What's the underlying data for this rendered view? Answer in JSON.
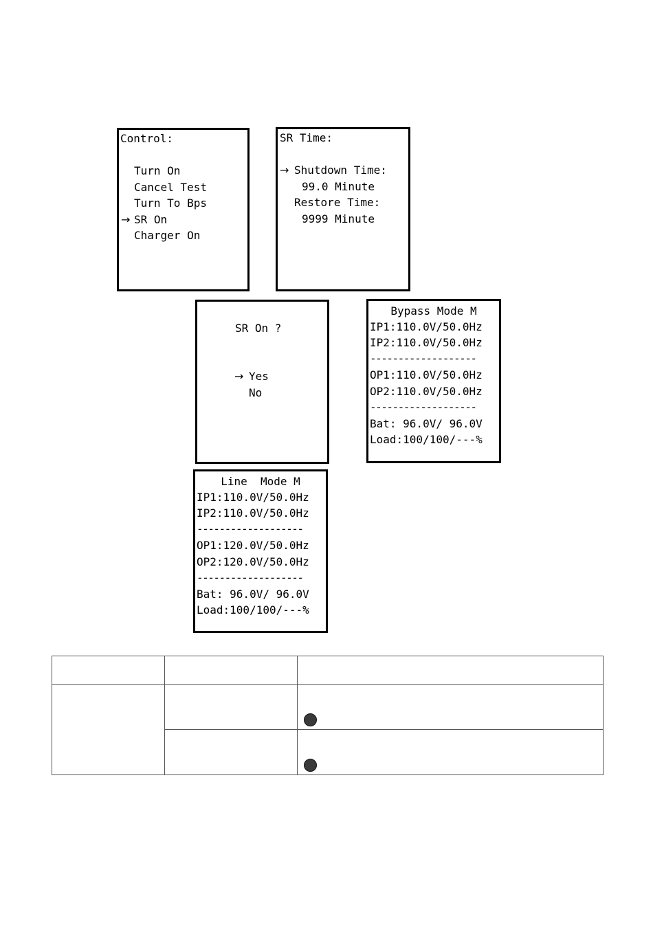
{
  "screens": {
    "control": {
      "title": "Control:",
      "items": [
        "Turn On",
        "Cancel Test",
        "Turn To Bps",
        "SR On",
        "Charger On"
      ],
      "cursor": "→"
    },
    "sr_time": {
      "title": "SR Time:",
      "cursor": "→",
      "shutdown_label": "Shutdown Time:",
      "shutdown_value": "99.0 Minute",
      "restore_label": "Restore Time:",
      "restore_value": "9999 Minute"
    },
    "sr_confirm": {
      "question": "SR On ?",
      "cursor": "→",
      "yes": "Yes",
      "no": "No"
    },
    "bypass_mode": {
      "title": "Bypass Mode M",
      "ip1": "IP1:110.0V/50.0Hz",
      "ip2": "IP2:110.0V/50.0Hz",
      "separator": "-------------------",
      "op1": "OP1:110.0V/50.0Hz",
      "op2": "OP2:110.0V/50.0Hz",
      "bat": "Bat: 96.0V/ 96.0V",
      "load": "Load:100/100/---%"
    },
    "line_mode": {
      "title": "Line  Mode M",
      "ip1": "IP1:110.0V/50.0Hz",
      "ip2": "IP2:110.0V/50.0Hz",
      "separator": "-------------------",
      "op1": "OP1:120.0V/50.0Hz",
      "op2": "OP2:120.0V/50.0Hz",
      "bat": "Bat: 96.0V/ 96.0V",
      "load": "Load:100/100/---%"
    }
  },
  "table": {
    "indicator_color": "#3a3a3a"
  }
}
